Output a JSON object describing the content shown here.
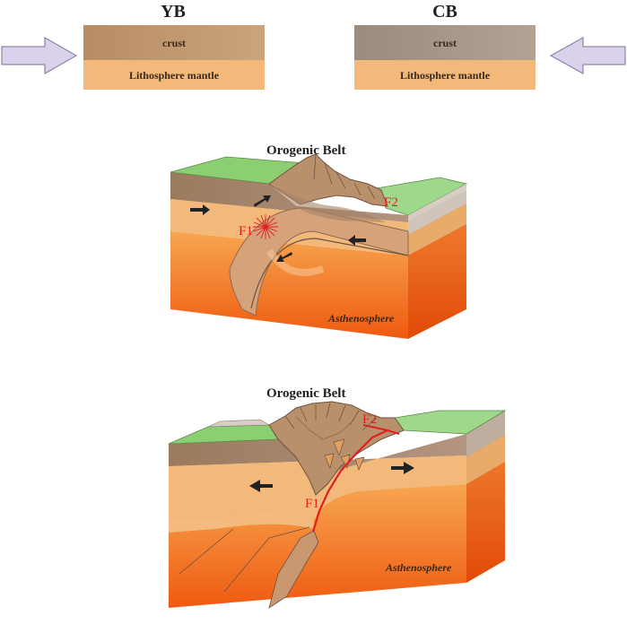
{
  "top": {
    "left_title": "YB",
    "right_title": "CB",
    "left_crust": "crust",
    "left_mantle": "Lithosphere mantle",
    "right_crust": "crust",
    "right_mantle": "Lithosphere mantle"
  },
  "middle": {
    "belt_title": "Orogenic Belt",
    "fault1": "F1",
    "fault2": "F2",
    "astheno": "Asthenosphere"
  },
  "bottom": {
    "belt_title": "Orogenic Belt",
    "fault1": "F1",
    "fault2": "F2",
    "astheno": "Asthenosphere"
  },
  "colors": {
    "crust_yb": "#c49a6c",
    "crust_cb": "#a99687",
    "mantle": "#f2b97a",
    "astheno_top": "#f49a3c",
    "astheno_bottom": "#f05a0c",
    "surface_green": "#8ccf72",
    "fault_red": "#e02020",
    "arrow_fill": "#d9d2ea"
  }
}
